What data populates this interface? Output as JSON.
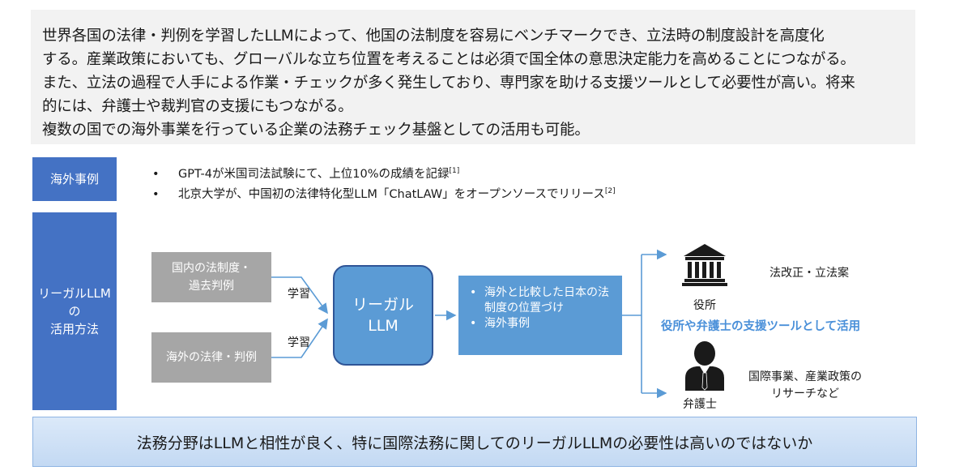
{
  "summary": {
    "line1": "世界各国の法律・判例を学習したLLMによって、他国の法制度を容易にベンチマークでき、立法時の制度設計を高度化",
    "line2": "する。産業政策においても、グローバルな立ち位置を考えることは必須で国全体の意思決定能力を高めることにつながる。",
    "line3": "また、立法の過程で人手による作業・チェックが多く発生しており、専門家を助ける支援ツールとして必要性が高い。将来",
    "line4": "的には、弁護士や裁判官の支援にもつながる。",
    "line5": "複数の国での海外事業を行っている企業の法務チェック基盤としての活用も可能。"
  },
  "tabs": {
    "overseas": "海外事例",
    "usage": [
      "リーガルLLM",
      "の",
      "活用方法"
    ]
  },
  "bullets": [
    {
      "text": "GPT-4が米国司法試験にて、上位10%の成績を記録",
      "ref": "[1]"
    },
    {
      "text": "北京大学が、中国初の法律特化型LLM「ChatLAW」をオープンソースでリリース",
      "ref": "[2]"
    }
  ],
  "sources": {
    "domestic": [
      "国内の法制度・",
      "過去判例"
    ],
    "overseas": "海外の法律・判例"
  },
  "learn_label": "学習",
  "llm": [
    "リーガル",
    "LLM"
  ],
  "result": [
    "海外と比較した日本の法制度の位置づけ",
    "海外事例"
  ],
  "bullet_mark": "•",
  "right": {
    "office_label": "役所",
    "lawyer_label": "弁護士",
    "support_text": "役所や弁護士の支援ツールとして活用",
    "output_top": "法改正・立法案",
    "output_bottom": [
      "国際事業、産業政策の",
      "リサーチなど"
    ]
  },
  "conclusion": "法務分野はLLMと相性が良く、特に国際法務に関してのリーガルLLMの必要性は高いのではないか",
  "icons": {
    "office": "government-building-icon",
    "lawyer": "person-suit-icon"
  },
  "colors": {
    "tab_blue": "#4472c4",
    "box_blue": "#5b9bd5",
    "gray_box": "#a6a6a6",
    "accent_text": "#4a90d9",
    "summary_bg": "#f2f2f2"
  }
}
